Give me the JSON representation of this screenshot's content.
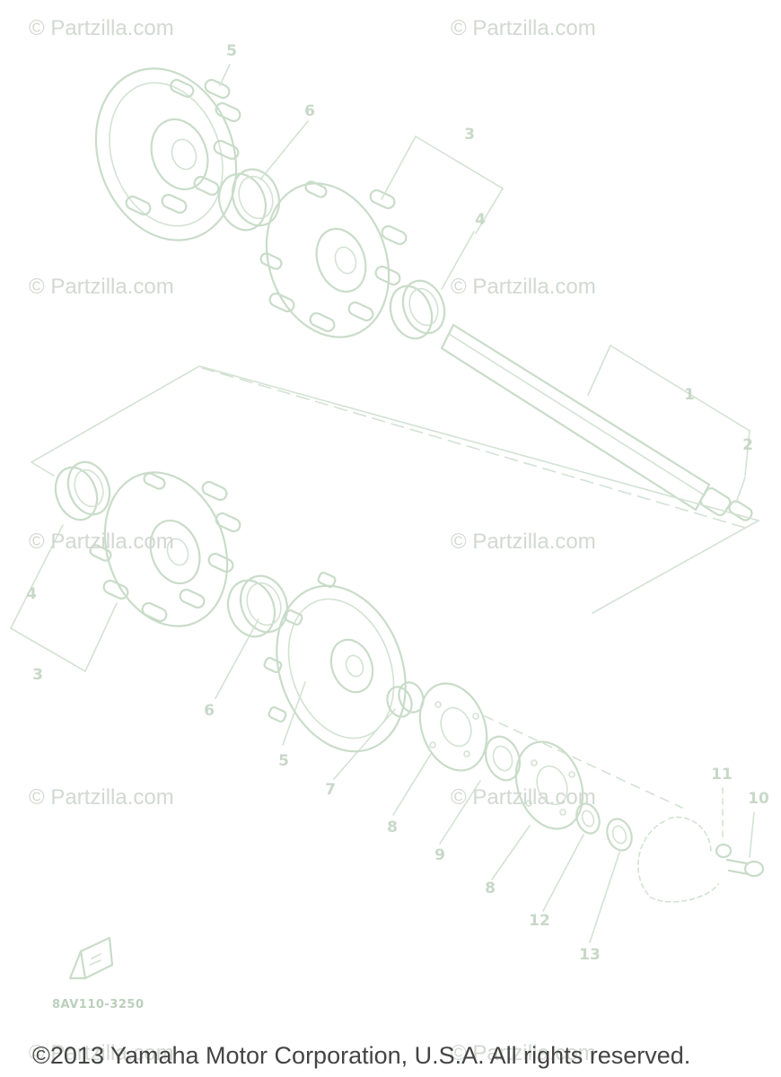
{
  "watermark": {
    "text": "© Partzilla.com"
  },
  "callouts": [
    {
      "id": "c1",
      "label": "1"
    },
    {
      "id": "c2",
      "label": "2"
    },
    {
      "id": "c3a",
      "label": "3"
    },
    {
      "id": "c3b",
      "label": "3"
    },
    {
      "id": "c4a",
      "label": "4"
    },
    {
      "id": "c4b",
      "label": "4"
    },
    {
      "id": "c5a",
      "label": "5"
    },
    {
      "id": "c5b",
      "label": "5"
    },
    {
      "id": "c6a",
      "label": "6"
    },
    {
      "id": "c6b",
      "label": "6"
    },
    {
      "id": "c7",
      "label": "7"
    },
    {
      "id": "c8a",
      "label": "8"
    },
    {
      "id": "c8b",
      "label": "8"
    },
    {
      "id": "c9",
      "label": "9"
    },
    {
      "id": "c10",
      "label": "10"
    },
    {
      "id": "c11",
      "label": "11"
    },
    {
      "id": "c12",
      "label": "12"
    },
    {
      "id": "c13",
      "label": "13"
    }
  ],
  "diagram_code": "8AV110-3250",
  "copyright": "©2013 Yamaha Motor Corporation, U.S.A. All rights reserved."
}
